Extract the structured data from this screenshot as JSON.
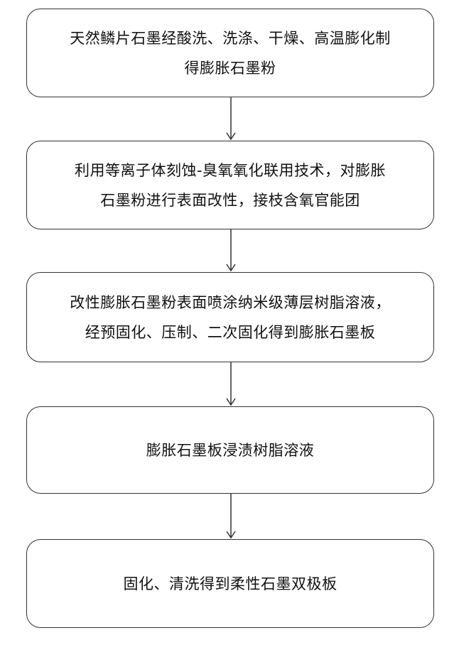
{
  "steps": [
    {
      "lines": [
        "天然鳞片石墨经酸洗、洗涤、干燥、高温膨化制",
        "得膨胀石墨粉"
      ]
    },
    {
      "lines": [
        "利用等离子体刻蚀-臭氧氧化联用技术，对膨胀",
        "石墨粉进行表面改性，接枝含氧官能团"
      ]
    },
    {
      "lines": [
        "改性膨胀石墨粉表面喷涂纳米级薄层树脂溶液，",
        "经预固化、压制、二次固化得到膨胀石墨板"
      ]
    },
    {
      "lines": [
        "膨胀石墨板浸渍树脂溶液"
      ]
    },
    {
      "lines": [
        "固化、清洗得到柔性石墨双极板"
      ]
    }
  ],
  "colors": {
    "border": "#333333",
    "text": "#111111",
    "arrow": "#333333",
    "background": "#ffffff"
  }
}
